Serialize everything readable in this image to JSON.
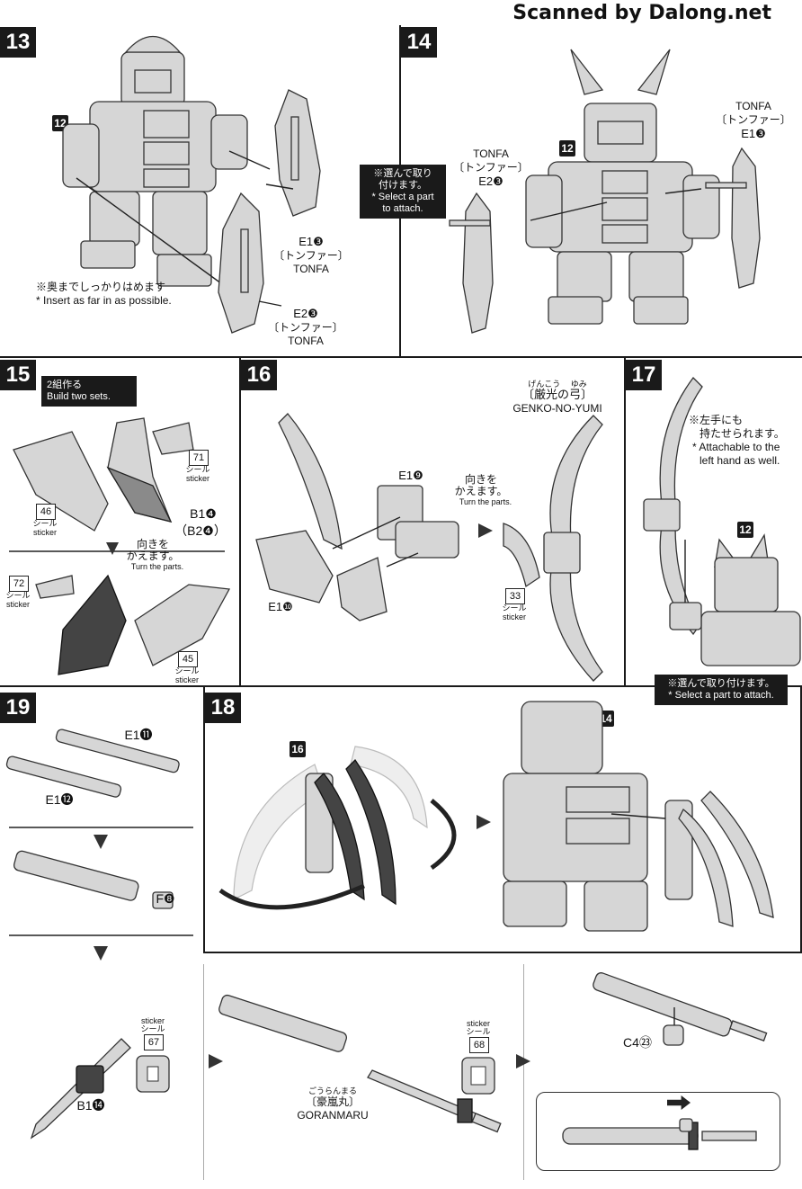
{
  "watermark": "Scanned by Dalong.net",
  "steps": {
    "s13": "13",
    "s14": "14",
    "s15": "15",
    "s16": "16",
    "s17": "17",
    "s18": "18",
    "s19": "19"
  },
  "refs": {
    "r12a": "12",
    "r12b": "12",
    "r12c": "12",
    "r14": "14",
    "r16": "16"
  },
  "step13": {
    "part1_code": "E1❸",
    "part1_jp": "〔トンファー〕",
    "part1_en": "TONFA",
    "part2_code": "E2❸",
    "part2_jp": "〔トンファー〕",
    "part2_en": "TONFA",
    "note_jp": "※奥までしっかりはめます",
    "note_en": "* Insert as far in as possible."
  },
  "step14": {
    "left_en": "TONFA",
    "left_jp": "〔トンファー〕",
    "left_code": "E2❸",
    "right_en": "TONFA",
    "right_jp": "〔トンファー〕",
    "right_code": "E1❸",
    "note_jp1": "※選んで取り",
    "note_jp2": "付けます。",
    "note_en1": "* Select a part",
    "note_en2": "to attach."
  },
  "step15": {
    "note_jp": "2組作る",
    "note_en": "Build two sets.",
    "sticker71": "71",
    "sticker46": "46",
    "sticker72": "72",
    "sticker45": "45",
    "sticker_jp": "シール",
    "sticker_en": "sticker",
    "b1": "B1❹",
    "b2": "（B2❹）",
    "turn_jp1": "向きを",
    "turn_jp2": "かえます。",
    "turn_en": "Turn the parts."
  },
  "step16": {
    "e19": "E1❾",
    "e110": "E1❿",
    "turn_jp1": "向きを",
    "turn_jp2": "かえます。",
    "turn_en": "Turn the parts.",
    "ruby": "げんこう　 ゆみ",
    "name_jp": "〔厳光の弓〕",
    "name_en": "GENKO-NO-YUMI",
    "sticker33": "33",
    "sticker_jp": "シール",
    "sticker_en": "sticker"
  },
  "step17": {
    "note_jp1": "※左手にも",
    "note_jp2": "持たせられます。",
    "note_en1": "* Attachable to the",
    "note_en2": "left hand as well.",
    "select_jp": "※選んで取り付けます。",
    "select_en": "* Select a part to attach."
  },
  "step19": {
    "e111": "E1⓫",
    "e112": "E1⓬",
    "f8": "F❽",
    "b114": "B1⓮",
    "sticker67": "67",
    "sticker68": "68",
    "sticker_jp": "シール",
    "sticker_en": "sticker",
    "ruby": "ごうらんまる",
    "name_jp": "〔豪嵐丸〕",
    "name_en": "GORANMARU",
    "c423": "C4㉓"
  }
}
